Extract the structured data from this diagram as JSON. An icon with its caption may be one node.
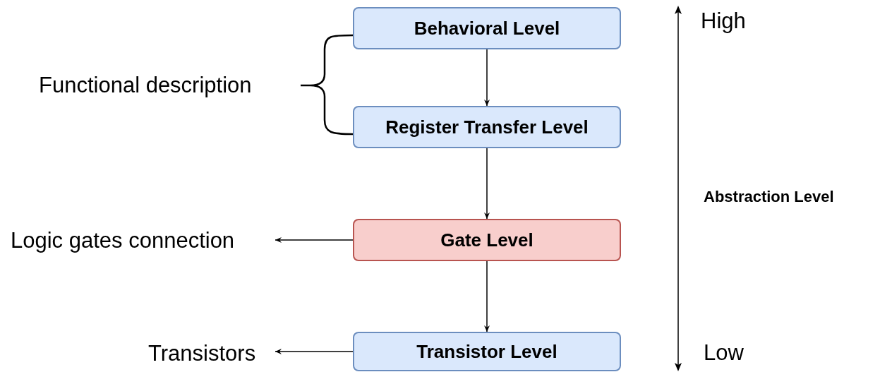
{
  "diagram": {
    "nodes": [
      {
        "text": [
          "Behavioral Level"
        ]
      },
      {
        "text": [
          "Register Transfer Level"
        ]
      },
      {
        "text": [
          "Gate Level"
        ]
      },
      {
        "text": [
          "Transistor Level"
        ]
      },
      {
        "text": [
          "Functional description"
        ]
      },
      {
        "text": [
          "Logic gates connection"
        ]
      },
      {
        "text": [
          "Transistors"
        ]
      }
    ],
    "edges": [
      {
        "from": 0,
        "to": 1,
        "arrow": "to"
      },
      {
        "from": 1,
        "to": 2,
        "arrow": "to"
      },
      {
        "from": 2,
        "to": 3,
        "arrow": "to"
      },
      {
        "from": 2,
        "to": 5,
        "arrow": "to"
      },
      {
        "from": 3,
        "to": 6,
        "arrow": "to"
      }
    ],
    "labels": [
      "High",
      "Abstraction Level",
      "Low"
    ]
  }
}
